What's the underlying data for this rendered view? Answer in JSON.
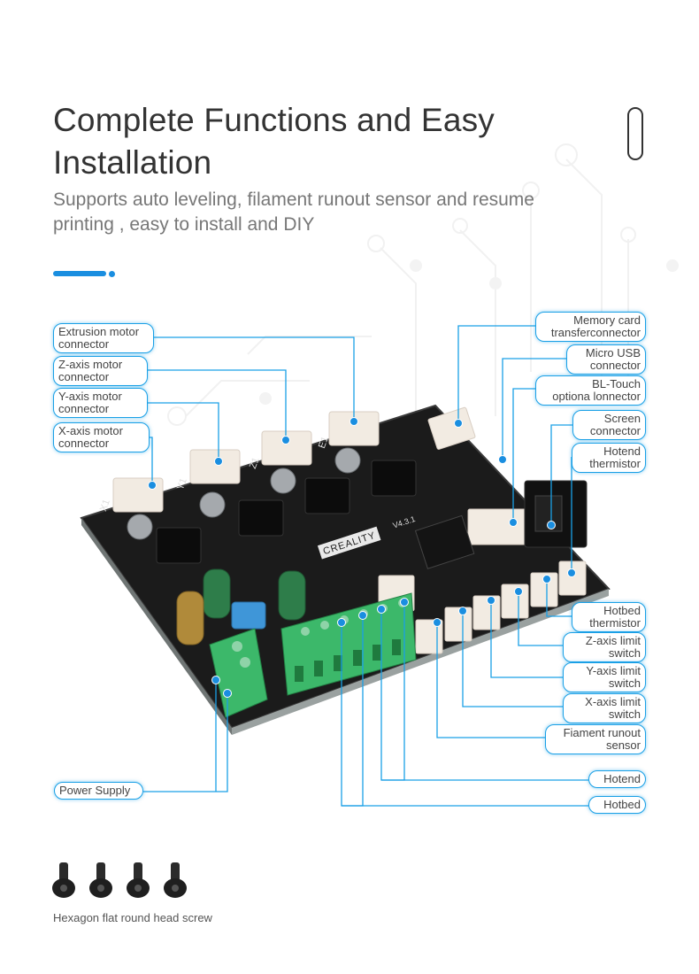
{
  "header": {
    "title_line1": "Complete Functions and Easy",
    "title_line2": "Installation",
    "subtitle_line1": "Supports auto leveling,  filament runout sensor and resume",
    "subtitle_line2": "printing , easy to install and DIY"
  },
  "board": {
    "brand": "CREALITY",
    "version": "V4.3.1",
    "silkscreen": [
      "X1",
      "Y1",
      "Z1",
      "E1"
    ]
  },
  "callouts_left": [
    {
      "line1": "Extrusion motor",
      "line2": "connector"
    },
    {
      "line1": "Z-axis motor",
      "line2": "connector"
    },
    {
      "line1": "Y-axis motor",
      "line2": "connector"
    },
    {
      "line1": "X-axis motor",
      "line2": "connector"
    },
    {
      "line1": "Power Supply",
      "line2": ""
    }
  ],
  "callouts_right": [
    {
      "line1": "Memory card",
      "line2": "transferconnector"
    },
    {
      "line1": "Micro USB",
      "line2": "connector"
    },
    {
      "line1": "BL-Touch",
      "line2": "optiona lonnector"
    },
    {
      "line1": "Screen",
      "line2": "connector"
    },
    {
      "line1": "Hotend",
      "line2": "thermistor"
    },
    {
      "line1": "Hotbed",
      "line2": "thermistor"
    },
    {
      "line1": "Z-axis limit",
      "line2": "switch"
    },
    {
      "line1": "Y-axis limit",
      "line2": "switch"
    },
    {
      "line1": "X-axis limit",
      "line2": "switch"
    },
    {
      "line1": "Fiament runout",
      "line2": "sensor"
    },
    {
      "line1": "Hotend",
      "line2": ""
    },
    {
      "line1": "Hotbed",
      "line2": ""
    }
  ],
  "accessory": {
    "caption": "Hexagon flat round head screw",
    "count": 4
  },
  "colors": {
    "accent": "#1a8ee0",
    "callout_border": "#1aa0e6",
    "pcb": "#1c1c1c",
    "terminal_green": "#3cb86a",
    "connector_white": "#f3ece4"
  }
}
